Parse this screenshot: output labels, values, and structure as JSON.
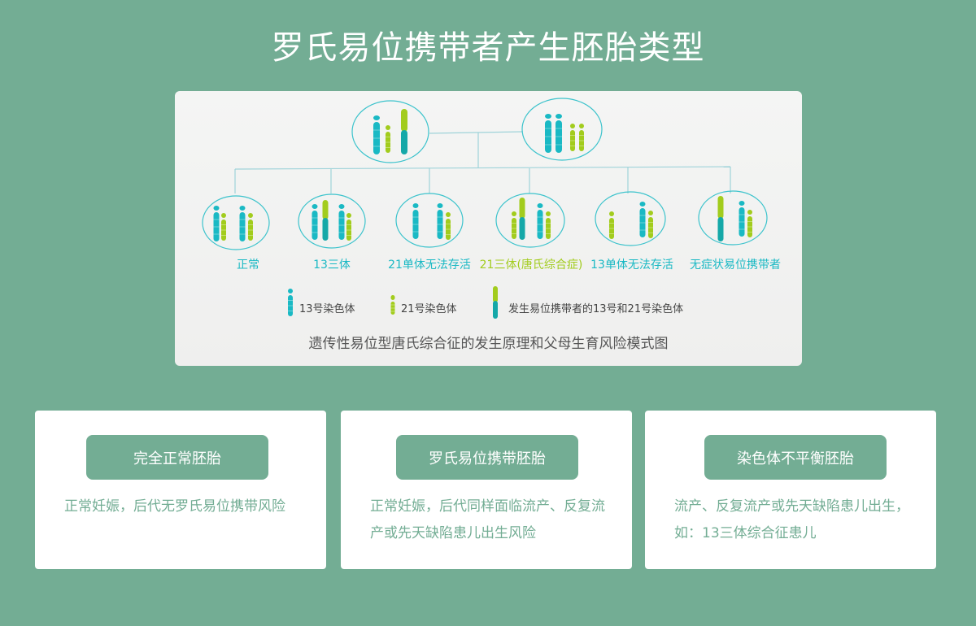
{
  "page_title": "罗氏易位携带者产生胚胎类型",
  "diagram": {
    "caption": "遗传性易位型唐氏综合征的发生原理和父母生育风险模式图",
    "embryo_labels": [
      {
        "text": "正常",
        "color": "#1ab9c4"
      },
      {
        "text": "13三体",
        "color": "#1ab9c4"
      },
      {
        "text": "21单体无法存活",
        "color": "#1ab9c4"
      },
      {
        "text": "21三体(唐氏综合症)",
        "color": "#a2cc1d"
      },
      {
        "text": "13单体无法存活",
        "color": "#1ab9c4"
      },
      {
        "text": "无症状易位携带者",
        "color": "#1ab9c4"
      }
    ],
    "legend": [
      {
        "text": "13号染色体",
        "icon": "chromosome-13-icon"
      },
      {
        "text": "21号染色体",
        "icon": "chromosome-21-icon"
      },
      {
        "text": "发生易位携带者的13号和21号染色体",
        "icon": "translocated-chromosome-icon"
      }
    ],
    "colors": {
      "chr13": "#1ab9c4",
      "chr21": "#a2cc1d",
      "translocated": "#15a8a8"
    }
  },
  "cards": [
    {
      "title": "完全正常胚胎",
      "desc": "正常妊娠，后代无罗氏易位携带风险"
    },
    {
      "title": "罗氏易位携带胚胎",
      "desc": "正常妊娠，后代同样面临流产、反复流产或先天缺陷患儿出生风险"
    },
    {
      "title": "染色体不平衡胚胎",
      "desc": "流产、反复流产或先天缺陷患儿出生，如：13三体综合征患儿"
    }
  ]
}
